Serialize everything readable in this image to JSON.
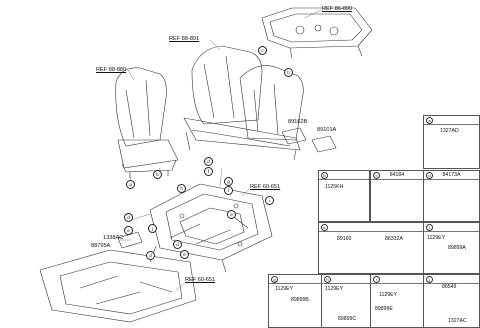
{
  "refs": {
    "ref_86_890": "REF 86-890",
    "ref_88_891": "REF 88-891",
    "ref_88_880": "REF 88-880",
    "ref_60_651_a": "REF 60-651",
    "ref_60_651_b": "REF 60-651"
  },
  "parts": {
    "p89162b": "89162B",
    "p89101a": "89101A",
    "p1338ac": "1338AC",
    "p88795a": "88795A"
  },
  "callouts": {
    "a": "a",
    "b": "b",
    "c": "c",
    "d": "d",
    "e": "e",
    "f": "f",
    "g": "g",
    "h": "h",
    "i": "i",
    "j": "j"
  },
  "boxes": {
    "a": {
      "letter": "a",
      "number": "",
      "parts": [
        "1327AD"
      ]
    },
    "b": {
      "letter": "b",
      "number": "",
      "parts": [
        "1125KH"
      ]
    },
    "c": {
      "letter": "c",
      "number": "84184",
      "parts": []
    },
    "d": {
      "letter": "d",
      "number": "84173A",
      "parts": []
    },
    "e": {
      "letter": "e",
      "number": "",
      "parts": [
        "89160",
        "88332A"
      ]
    },
    "f": {
      "letter": "f",
      "number": "",
      "parts": [
        "1129EY",
        "89899A"
      ]
    },
    "g": {
      "letter": "g",
      "number": "",
      "parts": [
        "1129EY",
        "89899B"
      ]
    },
    "h": {
      "letter": "h",
      "number": "",
      "parts": [
        "1129EY",
        "89899C"
      ]
    },
    "i": {
      "letter": "i",
      "number": "",
      "parts": [
        "1129EY",
        "89899E"
      ]
    },
    "j": {
      "letter": "j",
      "number": "",
      "parts": [
        "86549",
        "1327AC"
      ]
    }
  }
}
